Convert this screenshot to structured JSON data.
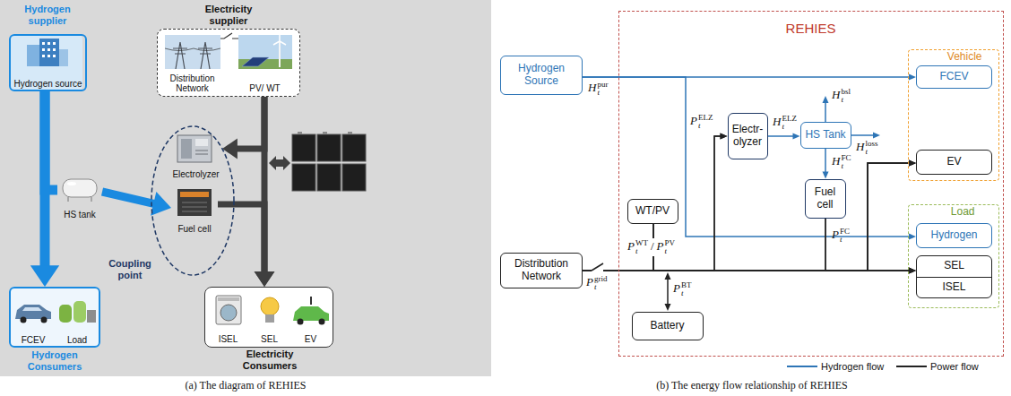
{
  "diagram": {
    "nodes": [
      {
        "text": [
          "Hydrogen supplier",
          "Hydrogen source"
        ]
      },
      {
        "text": [
          "Electricity supplier"
        ]
      },
      {
        "text": [
          "Distribution Network"
        ],
        "in": 1
      },
      {
        "text": [
          "PV/ WT"
        ],
        "in": 1
      },
      {
        "text": [
          "HS tank"
        ]
      },
      {
        "text": [
          "Coupling point"
        ]
      },
      {
        "text": [
          "Electrolyzer"
        ],
        "in": 5
      },
      {
        "text": [
          "Fuel cell"
        ],
        "in": 5
      },
      {
        "text": [
          "Hydrogen Consumers"
        ]
      },
      {
        "text": [
          "FCEV"
        ],
        "in": 8
      },
      {
        "text": [
          "Load"
        ],
        "in": 8
      },
      {
        "text": [
          "Electricity Consumers"
        ]
      },
      {
        "text": [
          "ISEL"
        ],
        "in": 11
      },
      {
        "text": [
          "SEL"
        ],
        "in": 11
      },
      {
        "text": [
          "EV"
        ],
        "in": 11
      },
      {
        "text": [
          "Hydrogen Source"
        ]
      },
      {
        "text": [
          "Distribution Network"
        ]
      },
      {
        "text": [
          "REHIES"
        ]
      },
      {
        "text": [
          "WT/PV"
        ],
        "in": 17
      },
      {
        "text": [
          "Electr- olyzer"
        ],
        "in": 17
      },
      {
        "text": [
          "HS Tank"
        ],
        "in": 17
      },
      {
        "text": [
          "Fuel cell"
        ],
        "in": 17
      },
      {
        "text": [
          "Battery"
        ],
        "in": 17
      },
      {
        "text": [
          "Vehicle"
        ],
        "in": 17
      },
      {
        "text": [
          "FCEV"
        ],
        "in": 23
      },
      {
        "text": [
          "EV"
        ],
        "in": 23
      },
      {
        "text": [
          "Load"
        ],
        "in": 17
      },
      {
        "text": [
          "Hydrogen"
        ],
        "in": 26
      },
      {
        "text": [
          "SEL",
          "ISEL"
        ],
        "in": 26
      }
    ],
    "edges": [
      {
        "from": 0,
        "to": 8,
        "arrow": "to"
      },
      {
        "from": 0,
        "to": 4,
        "arrow": "none"
      },
      {
        "from": 4,
        "to": 7,
        "arrow": "to"
      },
      {
        "from": 1,
        "to": 6,
        "arrow": "to"
      },
      {
        "from": 7,
        "to": 11,
        "arrow": "to"
      },
      {
        "from": 1,
        "to": 11,
        "arrow": "to"
      },
      {
        "from": 15,
        "to": 24,
        "arrow": "to"
      },
      {
        "from": 15,
        "to": 27,
        "arrow": "to"
      },
      {
        "from": 16,
        "to": 28,
        "arrow": "to"
      },
      {
        "from": 18,
        "to": 28,
        "arrow": "to"
      },
      {
        "from": 16,
        "to": 19,
        "arrow": "to"
      },
      {
        "from": 18,
        "to": 19,
        "arrow": "to"
      },
      {
        "from": 19,
        "to": 20,
        "arrow": "to"
      },
      {
        "from": 20,
        "to": 21,
        "arrow": "to"
      },
      {
        "from": 21,
        "to": 28,
        "arrow": "to"
      },
      {
        "from": 21,
        "to": 25,
        "arrow": "to"
      },
      {
        "from": 16,
        "to": 25,
        "arrow": "to"
      },
      {
        "from": 18,
        "to": 25,
        "arrow": "to"
      }
    ],
    "labels": [
      "H",
      "t",
      "pur",
      "P",
      "t",
      "ELZ",
      "H",
      "t",
      "ELZ",
      "H",
      "t",
      "bsl",
      "H",
      "t",
      "loss",
      "H",
      "t",
      "FC",
      "P",
      "t",
      "WT",
      "/",
      "P",
      "t",
      "PV",
      "P",
      "t",
      "grid",
      "P",
      "t",
      "FC",
      "P",
      "t",
      "BT",
      "(a) The diagram of REHIES",
      "(b) The energy flow relationship of REHIES"
    ],
    "legend": [
      {
        "text": "Hydrogen flow"
      },
      {
        "text": "Power flow"
      }
    ]
  }
}
